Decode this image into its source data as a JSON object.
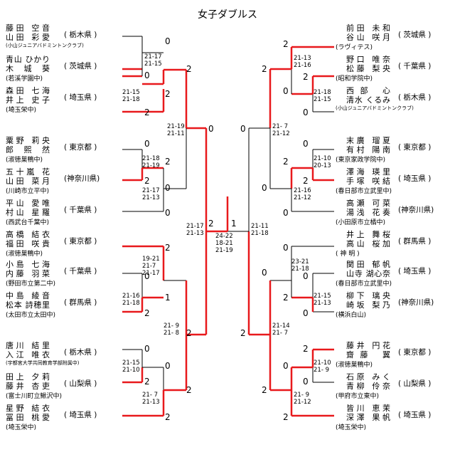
{
  "title": "女子ダブルス",
  "left_entries": [
    {
      "names": [
        "藤田 空音",
        "山田 彩愛"
      ],
      "club": "(小山ジュニアバドミントンクラブ)",
      "pref": "( 栃木県 )"
    },
    {
      "names": [
        "青山 ひかり",
        "木 城 葵"
      ],
      "club": "(若溪学園中)",
      "pref": "( 茨城県 )"
    },
    {
      "names": [
        "森田 七海",
        "井上 史子"
      ],
      "club": "(埼玉栄中)",
      "pref": "( 埼玉県 )"
    },
    {
      "names": [
        "粟野 莉央",
        "郎 熙 然"
      ],
      "club": "(淑徳巣鴨中)",
      "pref": "( 東京都 )"
    },
    {
      "names": [
        "五十嵐 花",
        "山田 菜月"
      ],
      "club": "(川崎市立平中)",
      "pref": "(神奈川県)"
    },
    {
      "names": [
        "平山 愛唯",
        "村山 星羅"
      ],
      "club": "(西武台千葉中)",
      "pref": "( 千葉県 )"
    },
    {
      "names": [
        "高橋 結衣",
        "福田 咲貴"
      ],
      "club": "(淑徳巣鴨中)",
      "pref": "( 東京都 )"
    },
    {
      "names": [
        "小島 七海",
        "内藤 羽菜"
      ],
      "club": "(野田市立第二中)",
      "pref": "( 千葉県 )"
    },
    {
      "names": [
        "中島 綾音",
        "松本 詩穂里"
      ],
      "club": "(太田市立太田中)",
      "pref": "( 群馬県 )"
    },
    {
      "names": [
        "唐川 結里",
        "入江 唯衣"
      ],
      "club": "(宇都宮大学共同教育学部附属中)",
      "pref": "( 栃木県 )"
    },
    {
      "names": [
        "田上 夕莉",
        "藤井 杏吏"
      ],
      "club": "(富士川町立鰍沢中)",
      "pref": "( 山梨県 )"
    },
    {
      "names": [
        "星野 結衣",
        "冨田 桃愛"
      ],
      "club": "(埼玉栄中)",
      "pref": "( 埼玉県 )"
    }
  ],
  "right_entries": [
    {
      "names": [
        "前田 未和",
        "谷山 咲月"
      ],
      "club": "(ラヴィテス)",
      "pref": "( 茨城県 )"
    },
    {
      "names": [
        "野口 唯奈",
        "松藤 梨央"
      ],
      "club": "(昭和学院中)",
      "pref": "( 千葉県 )"
    },
    {
      "names": [
        "西部 心",
        "清水 くるみ"
      ],
      "club": "(小山ジュニアバドミントンクラブ)",
      "pref": "( 栃木県 )"
    },
    {
      "names": [
        "末廣 瑠夏",
        "有村 陽南"
      ],
      "club": "(東京家政学院中)",
      "pref": "( 東京都 )"
    },
    {
      "names": [
        "澤海 瑛里",
        "手塚 咲結"
      ],
      "club": "(春日部市立武里中)",
      "pref": "( 埼玉県 )"
    },
    {
      "names": [
        "高瀬 可菜",
        "湯浅 花奏"
      ],
      "club": "(小田原市立橘中)",
      "pref": "(神奈川県)"
    },
    {
      "names": [
        "井上 舞桜",
        "高山 桜加"
      ],
      "club": "( 神 明 )",
      "pref": "( 群馬県 )"
    },
    {
      "names": [
        "関田 郁帆",
        "山寺 湖心奈"
      ],
      "club": "(春日部市立武里中)",
      "pref": "( 埼玉県 )"
    },
    {
      "names": [
        "柳下 璃央",
        "崎坂 梨乃"
      ],
      "club": "(横浜白山)",
      "pref": "(神奈川県)"
    },
    {
      "names": [
        "藤井 円花",
        "齋藤 翼"
      ],
      "club": "(淑徳巣鴨中)",
      "pref": "( 東京都 )"
    },
    {
      "names": [
        "石原 みく",
        "青柳 伶奈"
      ],
      "club": "(甲府市立東中)",
      "pref": "( 山梨県 )"
    },
    {
      "names": [
        "皆川 恵茉",
        "深澤 果帆"
      ],
      "club": "(埼玉栄中)",
      "pref": "( 埼玉県 )"
    }
  ],
  "left_results": [
    {
      "winner": "0",
      "loser": "0",
      "winner_score": "2",
      "scores": [
        "21-17",
        "21-15"
      ],
      "pair": "1v2"
    },
    {
      "score_lines": [
        "21-15",
        "21-18"
      ],
      "top": "2",
      "bottom": "2"
    },
    {
      "score_lines": [
        "21-19",
        "21-11"
      ]
    },
    {
      "score_lines": [
        "21-18",
        "21-19"
      ]
    },
    {
      "score_lines": [
        "21-17",
        "21-13"
      ]
    },
    {
      "score_lines": [
        "21-17",
        "21-13"
      ]
    },
    {
      "score_lines": [
        "19-21",
        "21-7",
        "21-17"
      ]
    },
    {
      "score_lines": [
        "21-16",
        "21-18"
      ]
    },
    {
      "score_lines": [
        "21- 9",
        "21- 8"
      ]
    },
    {
      "score_lines": [
        "21-15",
        "21-10"
      ]
    },
    {
      "score_lines": [
        "21- 7",
        "21-13"
      ]
    }
  ],
  "right_results": [
    {
      "score_lines": [
        "21-13",
        "21-16"
      ]
    },
    {
      "score_lines": [
        "21-18",
        "21-15"
      ]
    },
    {
      "score_lines": [
        "21- 7",
        "21-12"
      ]
    },
    {
      "score_lines": [
        "21-10",
        "20-13"
      ]
    },
    {
      "score_lines": [
        "21-16",
        "21-12"
      ]
    },
    {
      "score_lines": [
        "21-11",
        "21-18"
      ]
    },
    {
      "score_lines": [
        "23-21",
        "21-18"
      ]
    },
    {
      "score_lines": [
        "21-15",
        "21-13"
      ]
    },
    {
      "score_lines": [
        "21-14",
        "21- 7"
      ]
    },
    {
      "score_lines": [
        "21-10",
        "21- 9"
      ]
    },
    {
      "score_lines": [
        "21- 9",
        "21-12"
      ]
    }
  ],
  "final": {
    "left_score": "2",
    "right_score": "1",
    "score_lines": [
      "24-22",
      "18-21",
      "21-19"
    ]
  }
}
